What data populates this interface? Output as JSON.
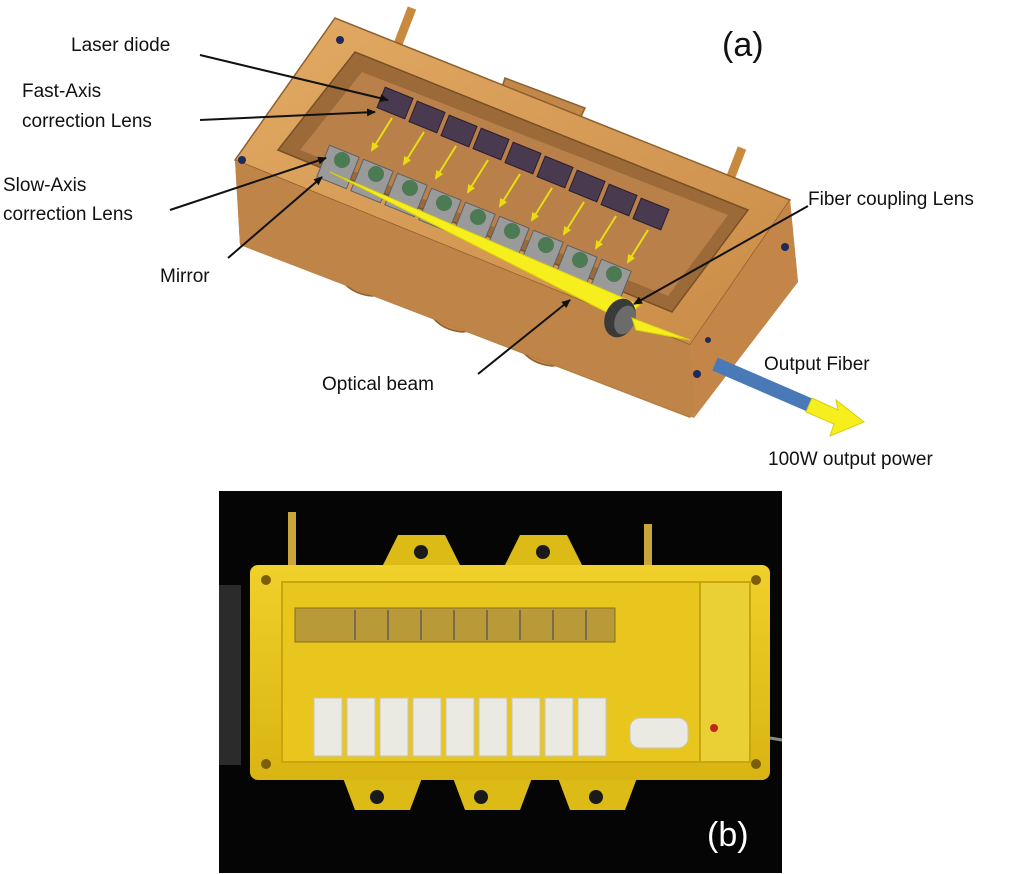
{
  "panel_a": {
    "label": "(a)",
    "annotations": {
      "laser_diode": "Laser diode",
      "fast_axis_line1": "Fast-Axis",
      "fast_axis_line2": "correction Lens",
      "slow_axis_line1": "Slow-Axis",
      "slow_axis_line2": "correction Lens",
      "mirror": "Mirror",
      "optical_beam": "Optical beam",
      "fiber_coupling": "Fiber coupling Lens",
      "output_fiber": "Output Fiber",
      "output_power": "100W output power"
    }
  },
  "panel_b": {
    "label": "(b)"
  },
  "colors": {
    "housing_copper": "#d49a55",
    "housing_dark": "#a8733a",
    "beam_yellow": "#f7ee1e",
    "fiber_blue": "#4a79b8",
    "photo_gold": "#e4c21a",
    "photo_background": "#050505"
  }
}
